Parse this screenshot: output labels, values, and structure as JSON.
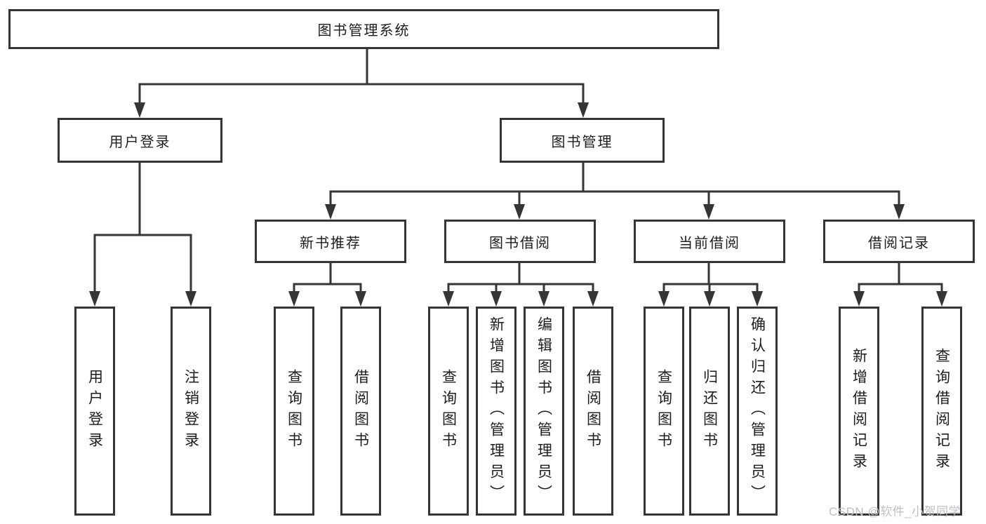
{
  "diagram": {
    "root": {
      "label": "图书管理系统"
    },
    "children": [
      {
        "label": "用户登录",
        "children": [
          {
            "label": "用户登录"
          },
          {
            "label": "注销登录"
          }
        ]
      },
      {
        "label": "图书管理",
        "children": [
          {
            "label": "新书推荐",
            "children": [
              {
                "label": "查询图书"
              },
              {
                "label": "借阅图书"
              }
            ]
          },
          {
            "label": "图书借阅",
            "children": [
              {
                "label": "查询图书"
              },
              {
                "label": "新增图书（管理员）"
              },
              {
                "label": "编辑图书（管理员）"
              },
              {
                "label": "借阅图书"
              }
            ]
          },
          {
            "label": "当前借阅",
            "children": [
              {
                "label": "查询图书"
              },
              {
                "label": "归还图书"
              },
              {
                "label": "确认归还（管理员）"
              }
            ]
          },
          {
            "label": "借阅记录",
            "children": [
              {
                "label": "新增借阅记录"
              },
              {
                "label": "查询借阅记录"
              }
            ]
          }
        ]
      }
    ]
  },
  "watermark": {
    "text": "CSDN @软件_小贺同学",
    "color": "#bdc1c6"
  },
  "colors": {
    "line": "#353535",
    "box_border": "#353535",
    "box_fill": "#ffffff",
    "text": "#1d1d1f",
    "background": "#ffffff"
  }
}
